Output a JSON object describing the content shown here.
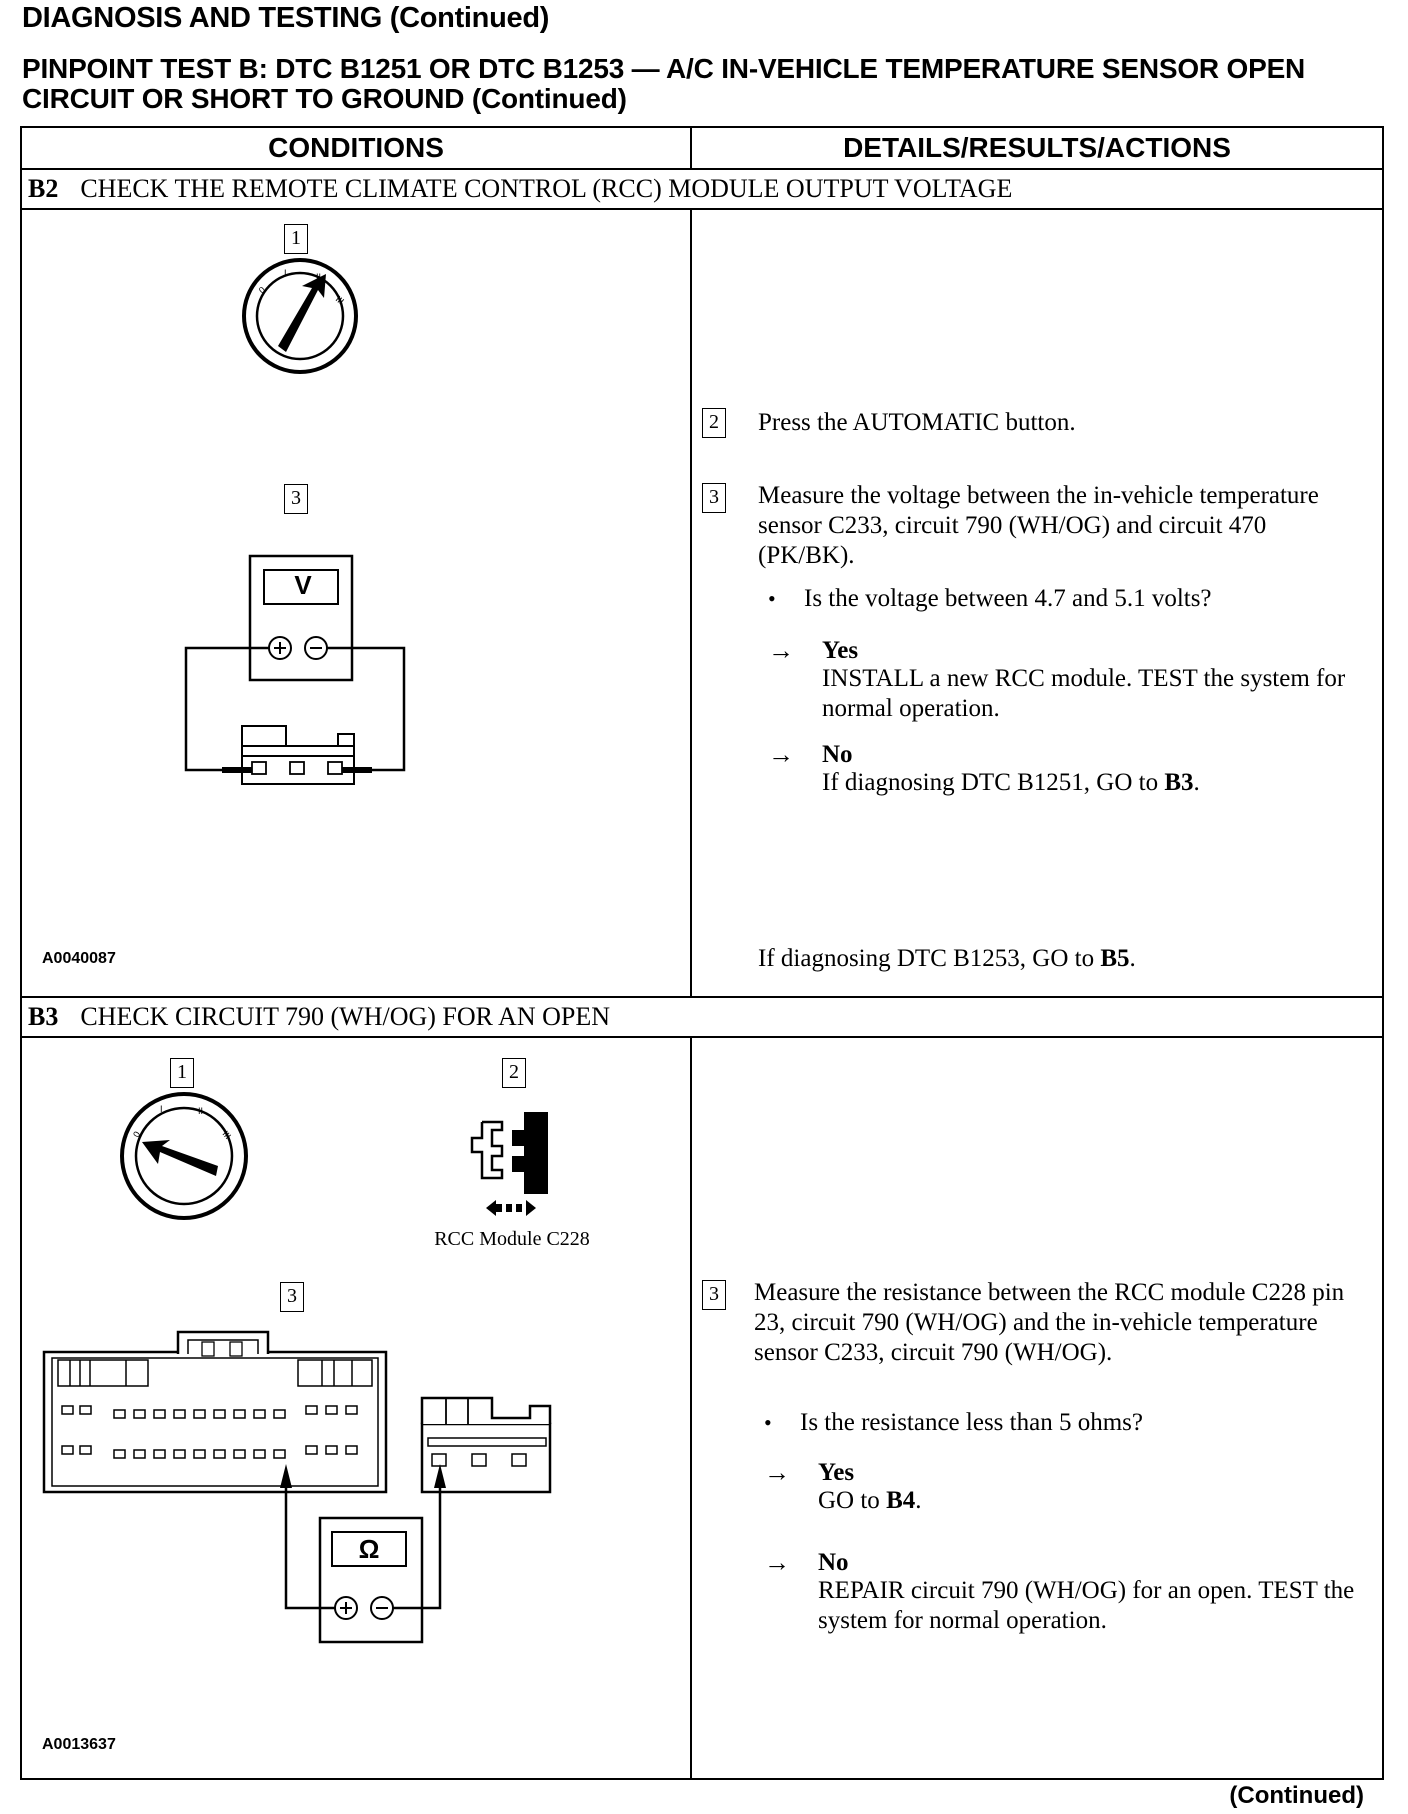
{
  "header": {
    "page_title": "DIAGNOSIS AND TESTING (Continued)",
    "test_title": "PINPOINT TEST B: DTC B1251 OR DTC B1253 — A/C IN-VEHICLE TEMPERATURE SENSOR OPEN CIRCUIT OR SHORT TO GROUND (Continued)"
  },
  "table": {
    "col_conditions": "CONDITIONS",
    "col_details": "DETAILS/RESULTS/ACTIONS"
  },
  "b2": {
    "id": "B2",
    "title": "CHECK THE REMOTE CLIMATE CONTROL (RCC) MODULE OUTPUT VOLTAGE",
    "figure_code": "A0040087",
    "callout_1": "1",
    "callout_2": "2",
    "callout_3": "3",
    "meter_symbol": "V",
    "step2_text": "Press the AUTOMATIC button.",
    "step3_text": "Measure the voltage between the in-vehicle temperature sensor C233, circuit 790 (WH/OG) and circuit 470 (PK/BK).",
    "question": "Is the voltage between 4.7 and 5.1 volts?",
    "yes_label": "Yes",
    "yes_text": "INSTALL a new RCC module. TEST the system for normal operation.",
    "no_label": "No",
    "no_text_pre": "If diagnosing DTC B1251, GO to ",
    "no_text_target": "B3",
    "no_text_post": ".",
    "extra_pre": "If diagnosing DTC B1253, GO to ",
    "extra_target": "B5",
    "extra_post": "."
  },
  "b3": {
    "id": "B3",
    "title": "CHECK CIRCUIT 790 (WH/OG) FOR AN OPEN",
    "figure_code": "A0013637",
    "callout_1": "1",
    "callout_2": "2",
    "callout_3": "3",
    "connector_label": "RCC Module C228",
    "meter_symbol": "Ω",
    "step3_text": "Measure the resistance between the RCC module C228 pin 23, circuit 790 (WH/OG) and the in-vehicle temperature sensor C233, circuit 790 (WH/OG).",
    "question": "Is the resistance less than 5 ohms?",
    "yes_label": "Yes",
    "yes_text_pre": "GO to ",
    "yes_text_target": "B4",
    "yes_text_post": ".",
    "no_label": "No",
    "no_text": "REPAIR circuit 790 (WH/OG) for an open. TEST the system for normal operation."
  },
  "footer": {
    "continued": "(Continued)"
  }
}
